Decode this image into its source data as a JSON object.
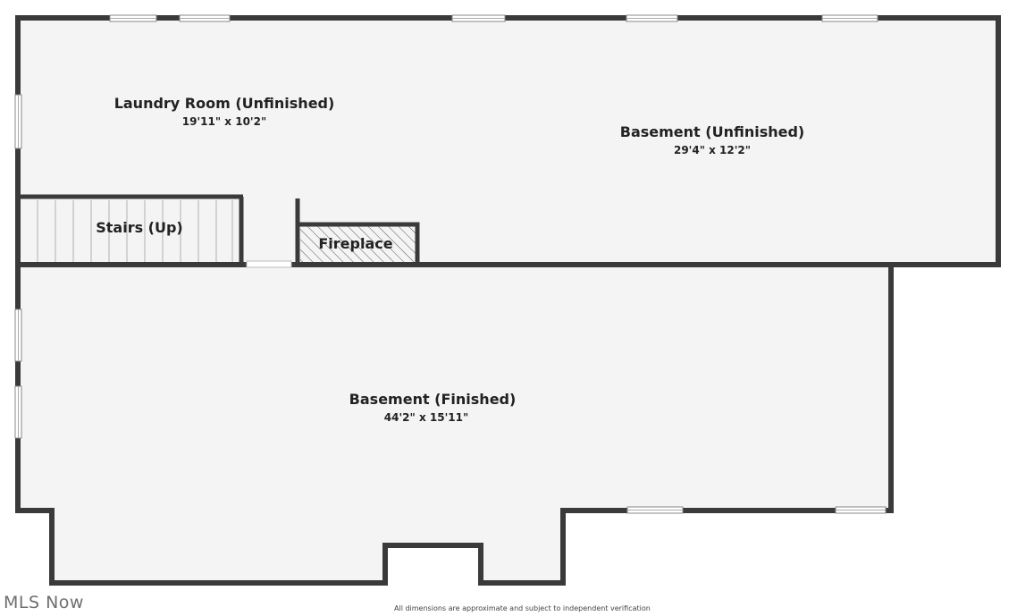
{
  "rooms": {
    "laundry": {
      "name": "Laundry Room (Unfinished)",
      "dims": "19'11\" x 10'2\""
    },
    "basement_unfinished": {
      "name": "Basement (Unfinished)",
      "dims": "29'4\" x 12'2\""
    },
    "stairs": {
      "name": "Stairs (Up)"
    },
    "fireplace": {
      "name": "Fireplace"
    },
    "basement_finished": {
      "name": "Basement (Finished)",
      "dims": "44'2\" x 15'11\""
    }
  },
  "watermark": "MLS Now",
  "disclaimer": "All dimensions are approximate and subject to independent verification",
  "colors": {
    "wall": "#3a3a3a",
    "floor": "#f4f4f4",
    "text": "#222222"
  }
}
